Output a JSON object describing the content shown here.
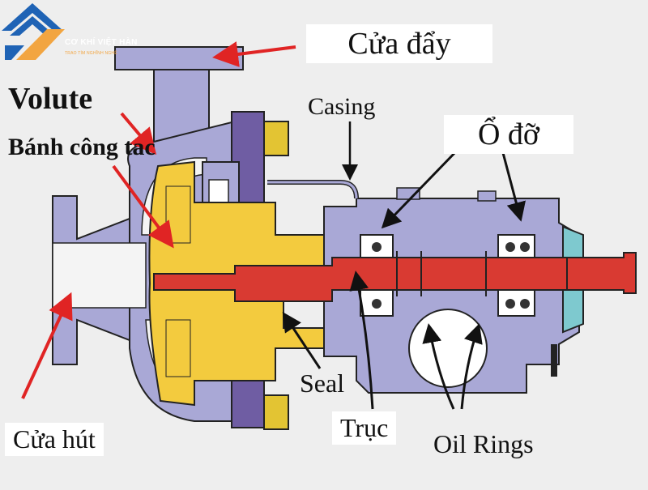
{
  "logo": {
    "brand": "CƠ KHÍ VIỆT HÀN",
    "tagline": "TRAO TÍM NGHĨNH NGHÊ",
    "icon": "house-roof-logo-icon"
  },
  "labels": {
    "cua_day": "Cửa đẩy",
    "volute": "Volute",
    "banh_cong_tac": "Bánh công tac",
    "casing": "Casing",
    "o_do": "Ổ đỡ",
    "seal": "Seal",
    "truc": "Trục",
    "oil_rings": "Oil Rings",
    "cua_hut": "Cửa hút"
  },
  "colors": {
    "background": "#eeeeee",
    "casing": "#a9a8d6",
    "flange": "#6f5da3",
    "impeller": "#f3cb3e",
    "shaft": "#d93a32",
    "arrow": "#e02424",
    "outline": "#222222",
    "bolt": "#e3c433",
    "seal_cyan": "#7ec9cf"
  }
}
